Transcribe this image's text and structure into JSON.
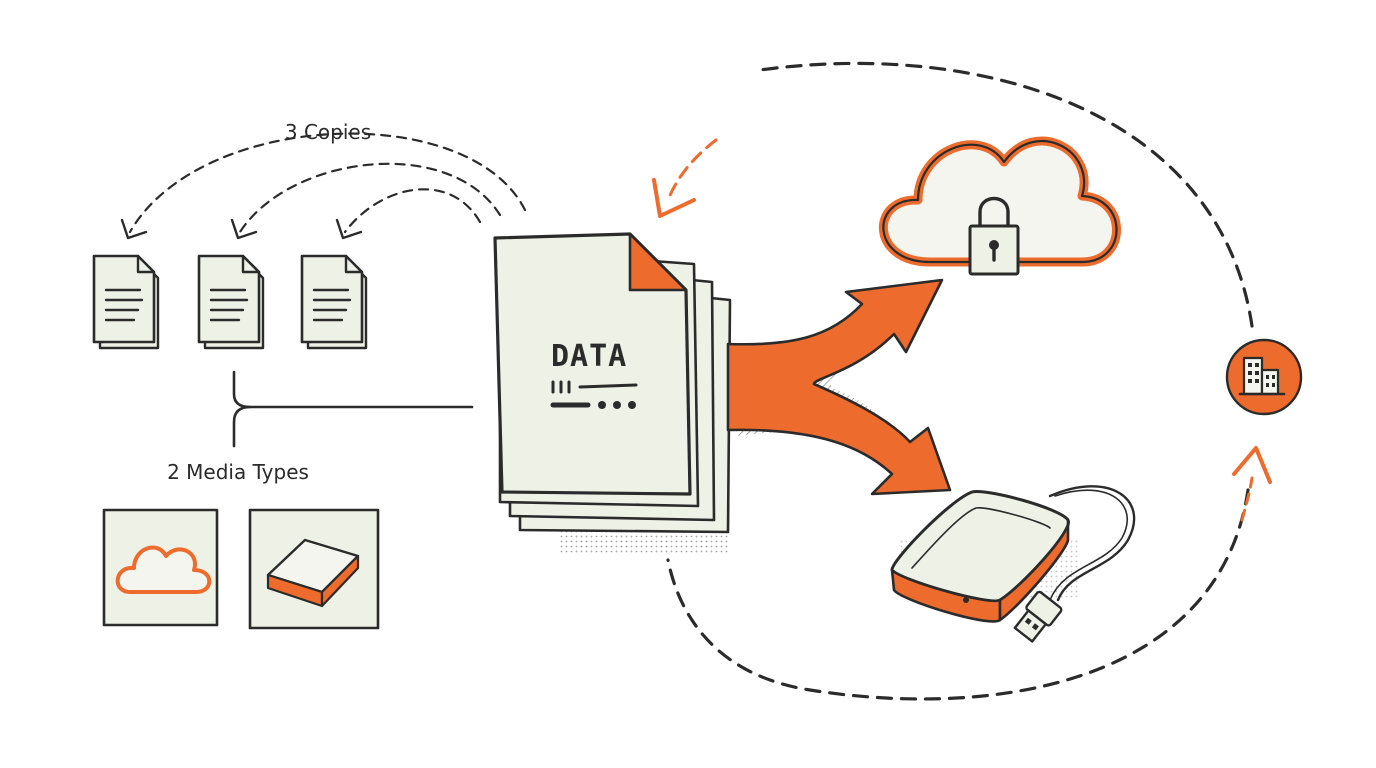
{
  "labels": {
    "copies": "3 Copies",
    "media_types": "2 Media Types",
    "data": "DATA"
  },
  "icons": {
    "copy_docs": [
      "document-icon",
      "document-icon",
      "document-icon"
    ],
    "media": [
      "cloud-icon",
      "external-drive-icon"
    ],
    "destinations": [
      "cloud-lock-icon",
      "external-drive-icon",
      "building-icon"
    ]
  },
  "colors": {
    "ink": "#2b2b2b",
    "accent": "#ec6b2d",
    "paper": "#eef1e6"
  }
}
